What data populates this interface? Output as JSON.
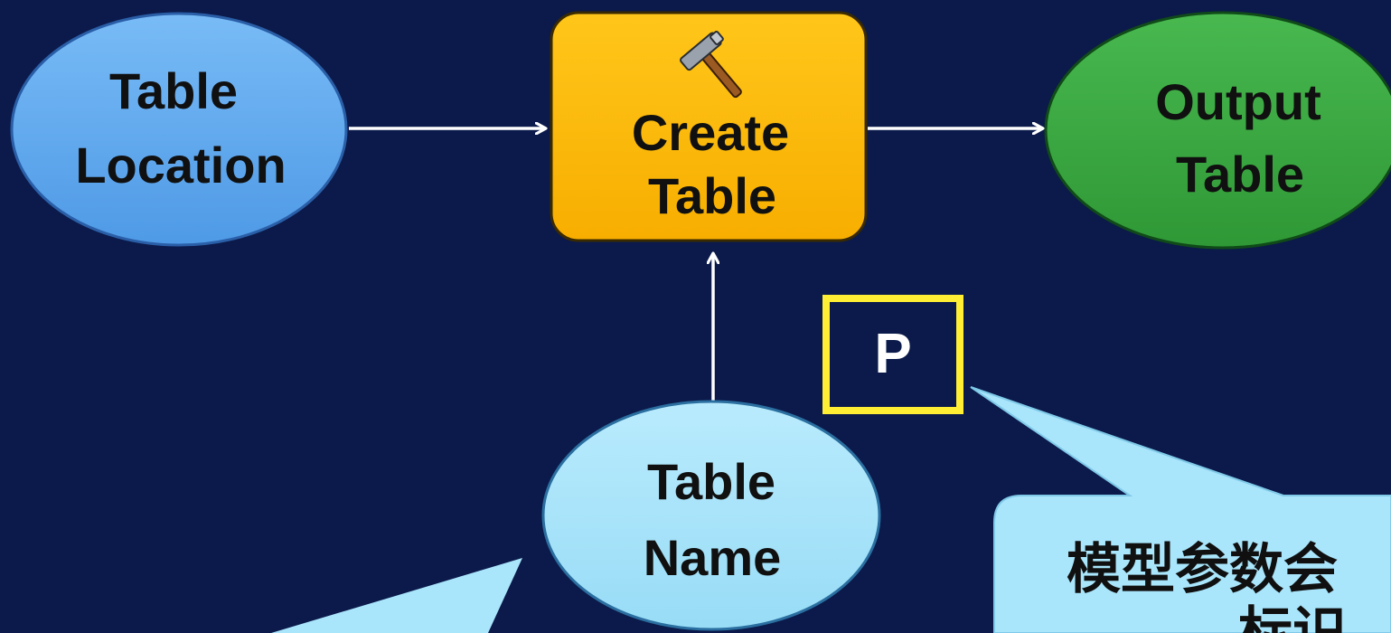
{
  "nodes": {
    "table_location": {
      "line1": "Table",
      "line2": "Location",
      "color": "#5ea9f0"
    },
    "create_table": {
      "line1": "Create",
      "line2": "Table",
      "color": "#fdbb00",
      "icon": "hammer-icon"
    },
    "output_table": {
      "line1": "Output",
      "line2": "Table",
      "color": "#3aa841"
    },
    "table_name": {
      "line1": "Table",
      "line2": "Name",
      "color": "#a9e5fb"
    }
  },
  "parameter_badge": {
    "label": "P",
    "border_color": "#ffee33"
  },
  "callout_right": {
    "line1": "模型参数会",
    "line2": "标识"
  },
  "colors": {
    "background": "#0b1a4a",
    "arrow": "#ffffff",
    "callout": "#a9e5fb"
  }
}
